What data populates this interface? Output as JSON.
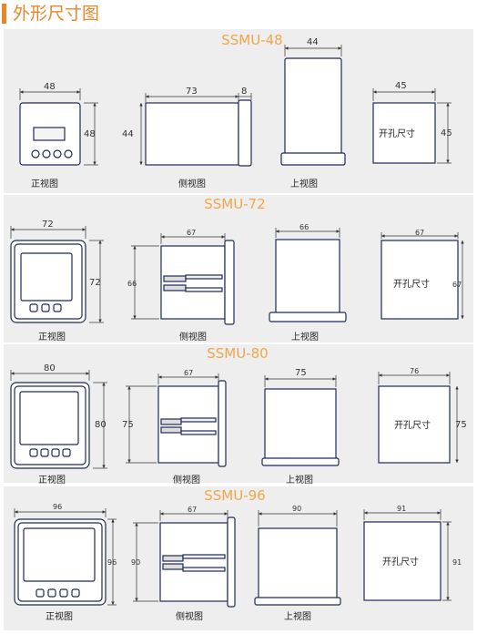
{
  "header": {
    "title": "外形尺寸图"
  },
  "sections": [
    {
      "model": "SSMU-48",
      "views": {
        "front": "正视图",
        "side": "侧视图",
        "top": "上视图"
      },
      "cutout": "开孔尺寸",
      "dims": {
        "front_w": "48",
        "front_h": "48",
        "side_depth": "73",
        "side_flange": "8",
        "side_h": "44",
        "top_w": "44",
        "cut_w": "45",
        "cut_h": "45"
      }
    },
    {
      "model": "SSMU-72",
      "views": {
        "front": "正视图",
        "side": "侧视图",
        "top": "上视图"
      },
      "cutout": "开孔尺寸",
      "dims": {
        "front_w": "72",
        "front_h": "72",
        "side_depth": "67",
        "side_h": "66",
        "top_w": "66",
        "cut_w": "67",
        "cut_h": "67"
      }
    },
    {
      "model": "SSMU-80",
      "views": {
        "front": "正视图",
        "side": "侧视图",
        "top": "上视图"
      },
      "cutout": "开孔尺寸",
      "dims": {
        "front_w": "80",
        "front_h": "80",
        "side_depth": "67",
        "side_h": "75",
        "top_w": "75",
        "cut_w": "76",
        "cut_h": "75"
      }
    },
    {
      "model": "SSMU-96",
      "views": {
        "front": "正视图",
        "side": "侧视图",
        "top": "上视图"
      },
      "cutout": "开孔尺寸",
      "dims": {
        "front_w": "96",
        "front_h": "96",
        "side_depth": "67",
        "side_h": "90",
        "top_w": "90",
        "cut_w": "91",
        "cut_h": "91"
      }
    }
  ]
}
